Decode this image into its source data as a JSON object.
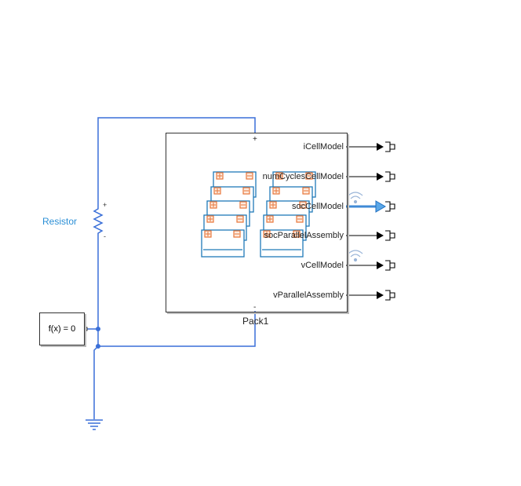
{
  "diagram": {
    "resistor": {
      "label": "Resistor",
      "plus": "+",
      "minus": "-"
    },
    "solver": {
      "label": "f(x) = 0"
    },
    "pack": {
      "name": "Pack1",
      "plus": "+",
      "minus": "-",
      "outputs": [
        "iCellModel",
        "numCyclesCellModel",
        "socCellModel",
        "socParallelAssembly",
        "vCellModel",
        "vParallelAssembly"
      ]
    },
    "colors": {
      "wire": "#3a6fd8",
      "block_border": "#333333",
      "cell_border": "#1f7ab8",
      "cell_terminal": "#e8763a",
      "label_blue": "#2b8fd6"
    },
    "icons": [
      "ground-icon",
      "resistor-icon",
      "battery-cell-icon",
      "terminator-icon",
      "signal-logging-icon"
    ]
  }
}
